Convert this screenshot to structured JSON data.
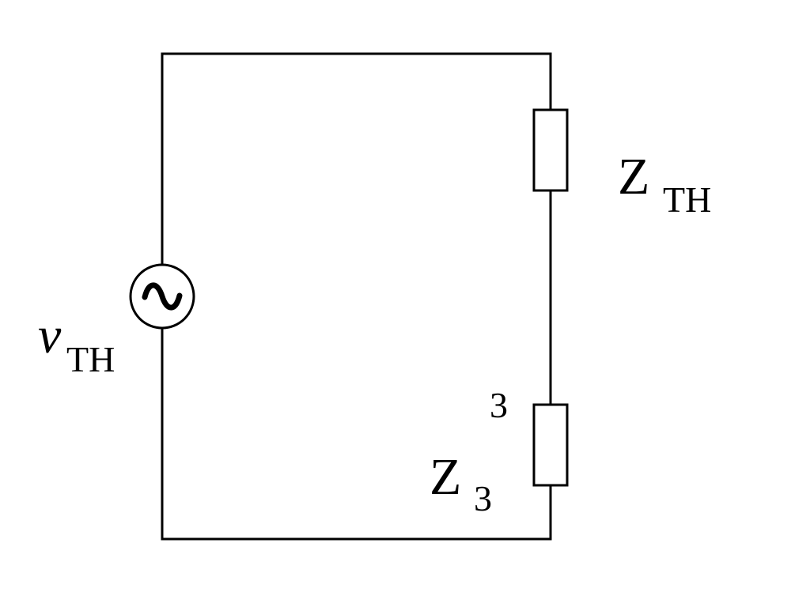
{
  "diagram": {
    "stroke_color": "#000000",
    "background": "#ffffff",
    "source": {
      "symbol": "ac-source",
      "label_main": "v",
      "label_sub": "TH"
    },
    "impedances": [
      {
        "id": "zth",
        "label_main": "Z",
        "label_sub": "TH"
      },
      {
        "id": "z3",
        "label_main": "Z",
        "label_sub": "3",
        "marker": "3"
      }
    ]
  }
}
